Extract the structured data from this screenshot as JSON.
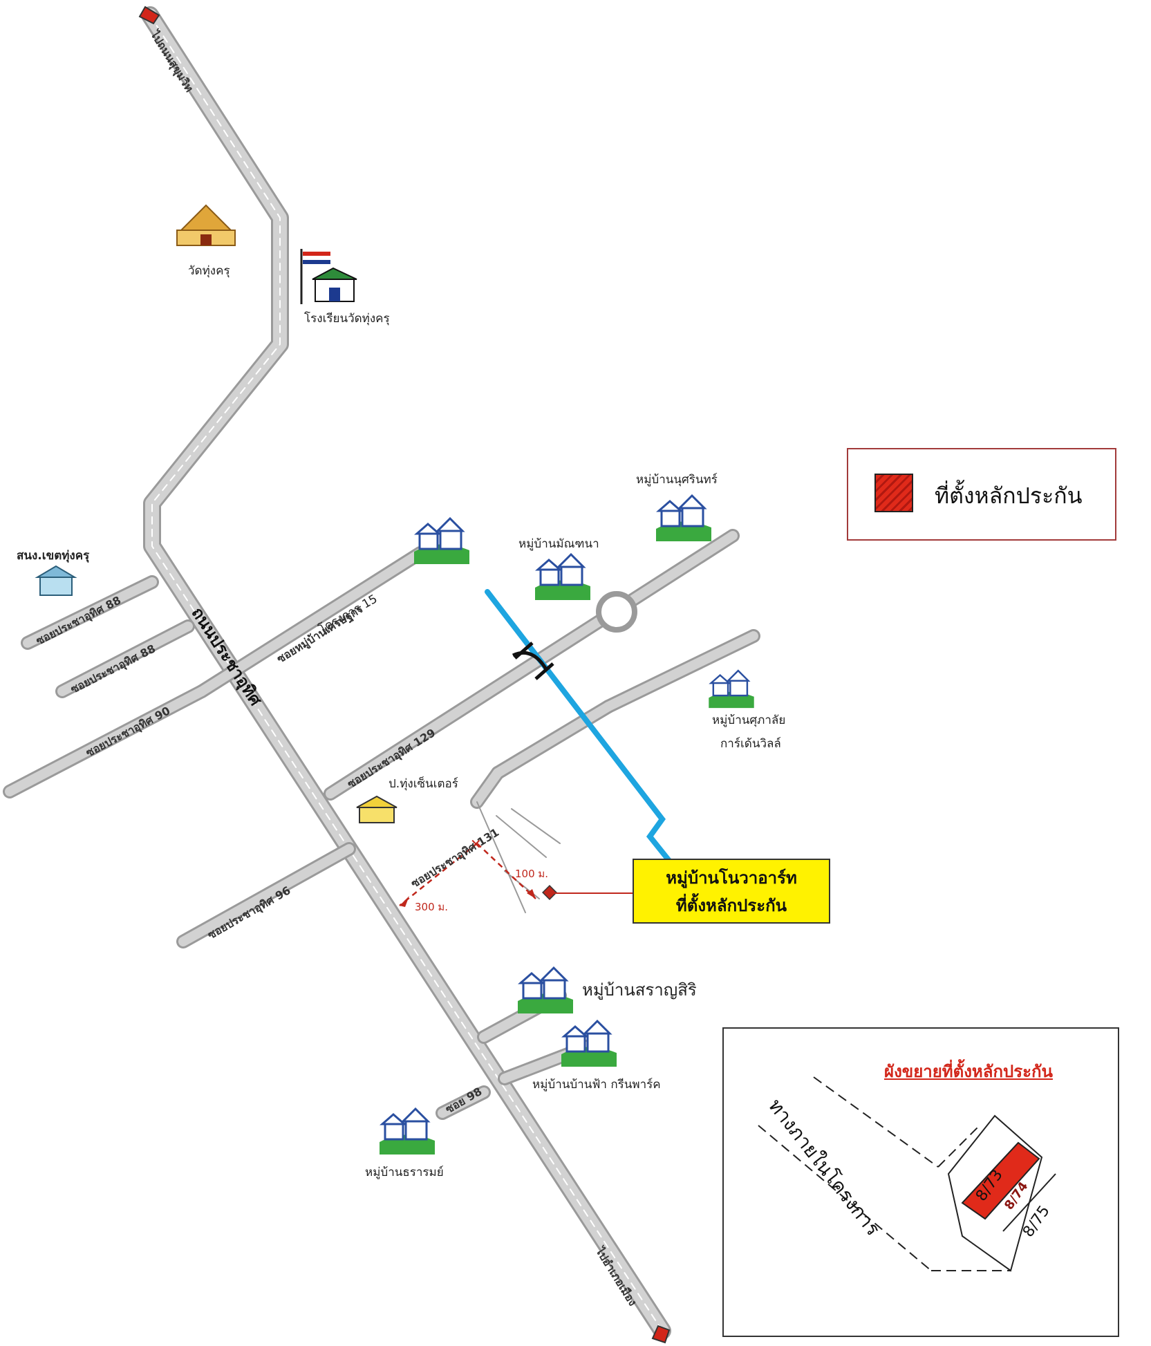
{
  "map_labels": {
    "north_direction": "ไปถนนสุขุมวิท",
    "south_direction": "ไปอำเภอเมือง",
    "main_road": "ถนนประชาอุทิศ",
    "temple": "วัดทุ่งครุ",
    "school": "โรงเรียนวัดทุ่งครุ",
    "district_office": "สนง.เขตทุ่งครุ",
    "soi_88a": "ซอยประชาอุทิศ 88",
    "soi_88b": "ซอยประชาอุทิศ 88",
    "soi_90": "ซอยประชาอุทิศ 90",
    "soi_project15": "ซอยหมู่บ้านเศรษฐกร",
    "project15": "โครงการ 15",
    "soi_129": "ซอยประชาอุทิศ 129",
    "soi_131": "ซอยประชาอุทิศ 131",
    "soi_96": "ซอยประชาอุทิศ 96",
    "soi_98": "ซอย 98",
    "market": "ป.ทุ่งเซ็นเตอร์",
    "village_1": "หมู่บ้านนุศรินทร์",
    "village_2": "หมู่บ้านมัณฑนา",
    "village_3a": "หมู่บ้านศุภาลัย",
    "village_3b": "การ์เด้นวิลล์",
    "village_4": "หมู่บ้านสราญสิริ",
    "village_5": "หมู่บ้านบ้านฟ้า กรีนพาร์ค",
    "village_6": "หมู่บ้านธรารมย์",
    "dist_300": "300 ม.",
    "dist_100": "100 ม."
  },
  "legend": {
    "label": "ที่ตั้งหลักประกัน",
    "color": "#e02a1a"
  },
  "callout": {
    "line1": "หมู่บ้านโนวาอาร์ท",
    "line2": "ที่ตั้งหลักประกัน"
  },
  "inset": {
    "title": "ผังขยายที่ตั้งหลักประกัน",
    "road_label": "ทางภายในโครงการ",
    "lot_left": "8/73",
    "lot_target": "8/74",
    "lot_right": "8/75"
  }
}
